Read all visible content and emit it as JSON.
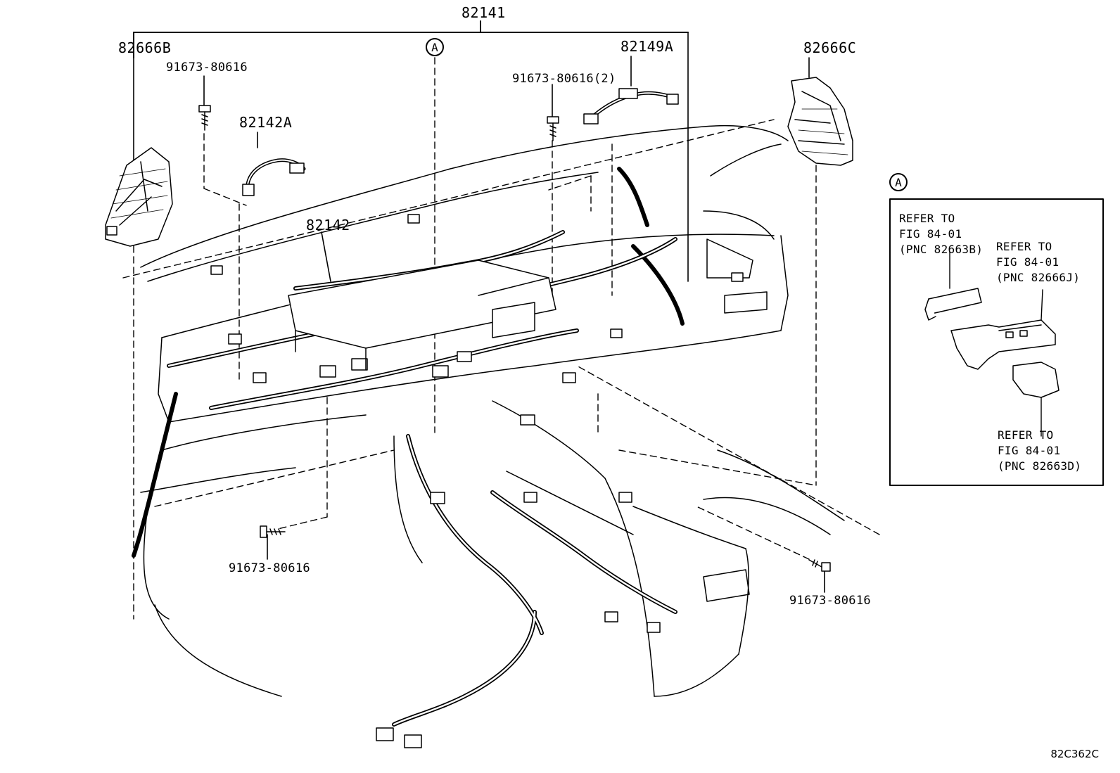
{
  "labels": {
    "main_harness": "82141",
    "left_block": "82666B",
    "right_block": "82666C",
    "sub_harness_a": "82149A",
    "sub_harness_b": "82142A",
    "center_harness": "82142",
    "bolt_top_left": "91673-80616",
    "bolt_top_center": "91673-80616(2)",
    "bolt_bottom_left": "91673-80616",
    "bolt_bottom_right": "91673-80616",
    "callout_marker": "A"
  },
  "detail_box": {
    "marker": "A",
    "refs": [
      {
        "line1": "REFER TO",
        "line2": "FIG 84-01",
        "line3": "(PNC 82663B)"
      },
      {
        "line1": "REFER TO",
        "line2": "FIG 84-01",
        "line3": "(PNC 82666J)"
      },
      {
        "line1": "REFER TO",
        "line2": "FIG 84-01",
        "line3": "(PNC 82663D)"
      }
    ]
  },
  "figure_code": "82C362C"
}
